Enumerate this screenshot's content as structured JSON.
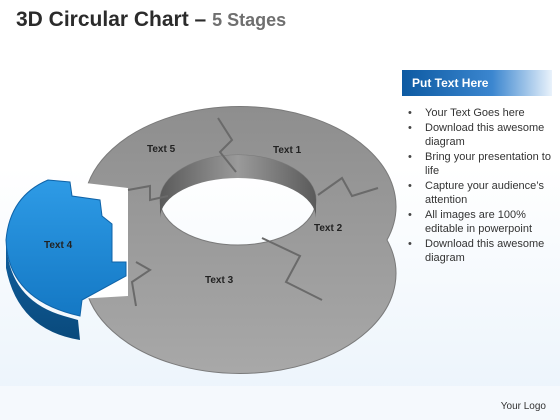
{
  "header": {
    "title_main": "3D Circular Chart",
    "title_dash": " – ",
    "title_sub": "5 Stages"
  },
  "segments": [
    {
      "label": "Text 1",
      "color": "#9e9e9e"
    },
    {
      "label": "Text 2",
      "color": "#9e9e9e"
    },
    {
      "label": "Text 3",
      "color": "#9e9e9e"
    },
    {
      "label": "Text 4",
      "color": "#1d8ad8"
    },
    {
      "label": "Text 5",
      "color": "#9e9e9e"
    }
  ],
  "panel": {
    "header": "Put Text Here",
    "bullets": [
      "Your Text Goes here",
      "Download this awesome diagram",
      "Bring your presentation to life",
      "Capture your audience’s attention",
      "All images are 100% editable in powerpoint",
      "Download this awesome diagram"
    ]
  },
  "footer": {
    "logo": "Your Logo"
  }
}
